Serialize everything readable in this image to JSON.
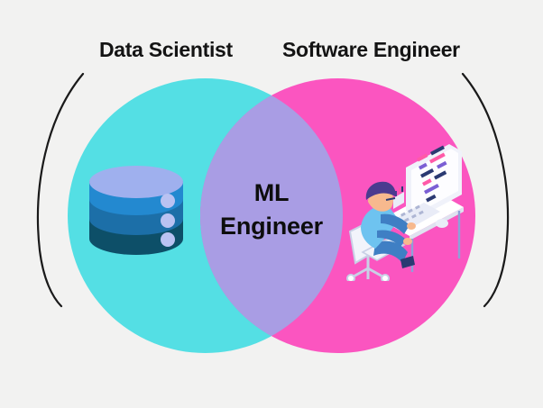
{
  "diagram": {
    "type": "venn",
    "background_color": "#f2f2f1",
    "left": {
      "label": "Data Scientist",
      "color": "#54dfe4",
      "icon": "database-icon"
    },
    "right": {
      "label": "Software Engineer",
      "color": "#fb55c0",
      "icon": "developer-at-desk-illustration"
    },
    "intersection": {
      "label_line1": "ML",
      "label_line2": "Engineer",
      "color": "#a99de4"
    },
    "decorations": {
      "left_bracket": "left-arc-bracket",
      "right_bracket": "right-arc-bracket",
      "stroke_color": "#1a1a1a"
    }
  },
  "database_icon": {
    "top_color": "#9fb0ee",
    "band_colors": [
      "#2389d0",
      "#1c6fa8",
      "#0d4f68"
    ],
    "indicator_color": "#b9c2f2",
    "indicator_count": 3
  },
  "workstation": {
    "desk_color": "#ffffff",
    "chair_color": "#f2f4fb",
    "shirt_color": "#6ec3f0",
    "sleeve_color": "#3f7fc4",
    "pants_color": "#3f7fc4",
    "beanie_color": "#4b3b8f",
    "skin_color": "#f7b98e",
    "screen_color": "#fdfdff",
    "code_colors": [
      "#ff5aa8",
      "#7b5fd4",
      "#2b3a72"
    ]
  }
}
